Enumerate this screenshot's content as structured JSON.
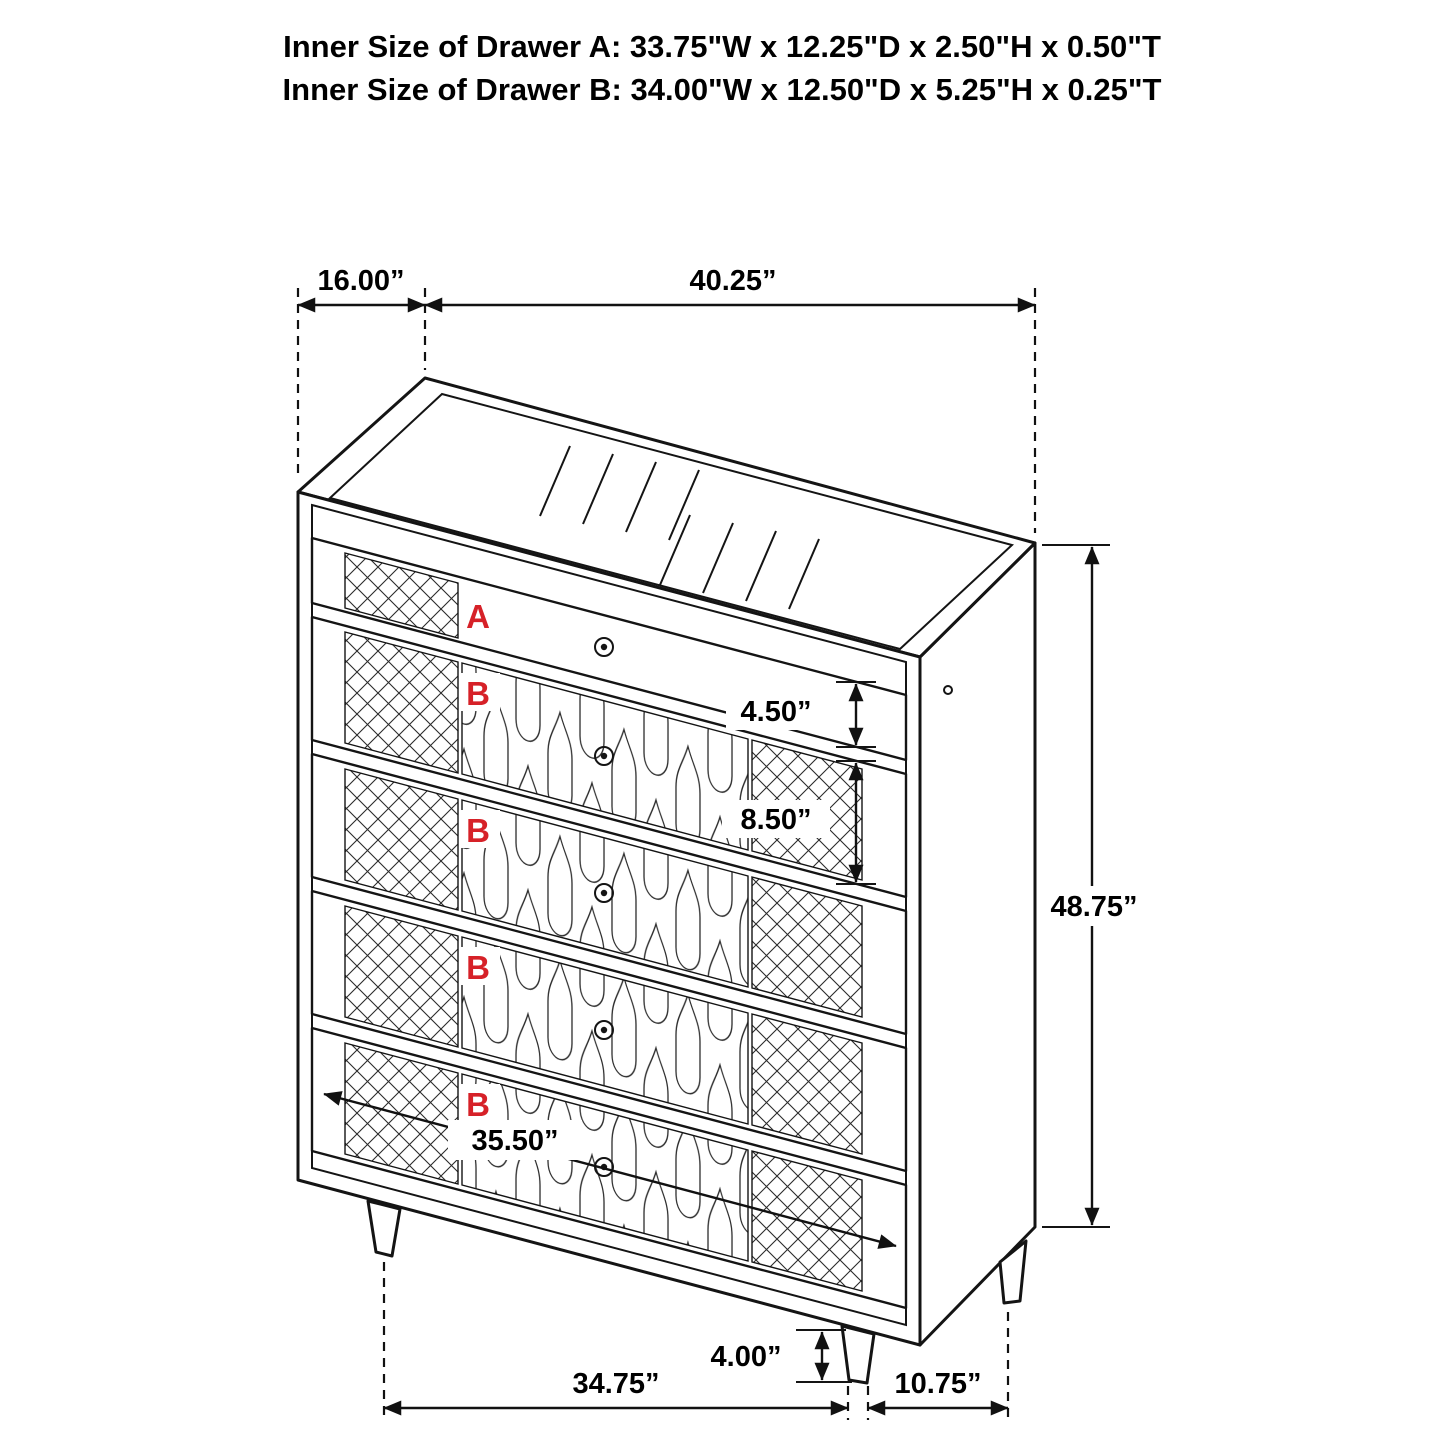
{
  "title": {
    "line1": "Inner Size of Drawer A: 33.75\"W x 12.25\"D x 2.50\"H x 0.50\"T",
    "line2": "Inner Size of Drawer B: 34.00\"W x 12.50\"D x 5.25\"H x 0.25\"T"
  },
  "dimensions": {
    "top_depth": "16.00”",
    "top_width": "40.25”",
    "drawer_a_front_height": "4.50”",
    "drawer_b_front_height": "8.50”",
    "overall_height": "48.75”",
    "drawer_opening_width": "35.50”",
    "leg_height": "4.00”",
    "base_width": "34.75”",
    "base_depth": "10.75”"
  },
  "drawer_labels": {
    "d1": "A",
    "d2": "B",
    "d3": "B",
    "d4": "B",
    "d5": "B"
  },
  "colors": {
    "line": "#141414",
    "label_red": "#d62128",
    "background": "#ffffff"
  }
}
